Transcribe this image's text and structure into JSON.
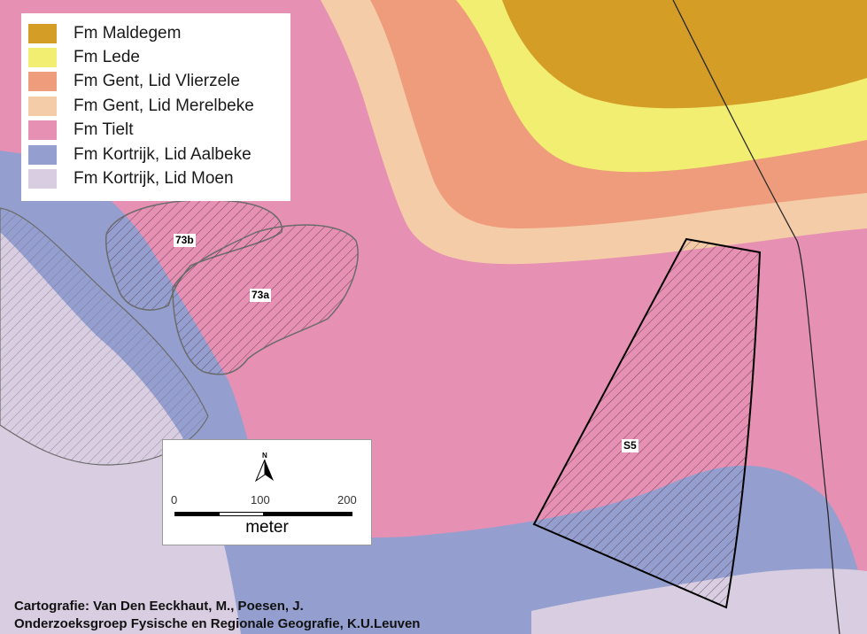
{
  "legend": {
    "items": [
      {
        "label": "Fm Maldegem",
        "color": "#d49e26"
      },
      {
        "label": "Fm Lede",
        "color": "#f2ee72"
      },
      {
        "label": "Fm Gent, Lid Vlierzele",
        "color": "#ee9c7c"
      },
      {
        "label": "Fm Gent, Lid Merelbeke",
        "color": "#f5cca8"
      },
      {
        "label": "Fm Tielt",
        "color": "#e690b3"
      },
      {
        "label": "Fm Kortrijk, Lid Aalbeke",
        "color": "#949fcf"
      },
      {
        "label": "Fm Kortrijk, Lid Moen",
        "color": "#d9cde1"
      }
    ]
  },
  "parcels": {
    "p73b": "73b",
    "p73a": "73a",
    "s5": "S5"
  },
  "scalebar": {
    "north": "N",
    "ticks": [
      "0",
      "100",
      "200"
    ],
    "unit": "meter"
  },
  "credits": {
    "line1": "Cartografie: Van Den Eeckhaut, M., Poesen, J.",
    "line2": "Onderzoeksgroep Fysische en Regionale Geografie, K.U.Leuven"
  }
}
